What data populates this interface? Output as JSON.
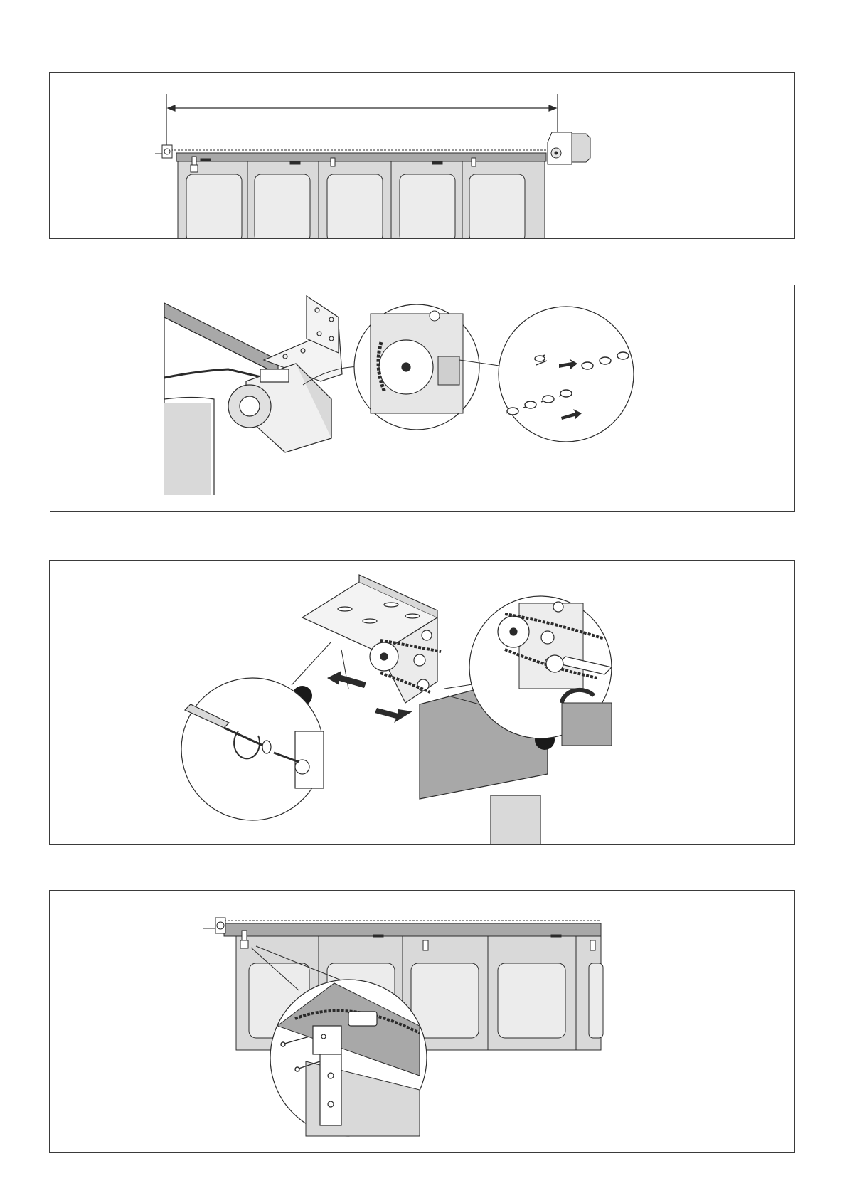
{
  "page": {
    "title": ""
  },
  "figures": [
    {
      "id": "fig-1",
      "subject": "rail-measurement-overview"
    },
    {
      "id": "fig-2",
      "subject": "chain-connection-detail"
    },
    {
      "id": "fig-3",
      "subject": "chain-tensioning-detail"
    },
    {
      "id": "fig-4",
      "subject": "door-arm-attachment-detail"
    }
  ],
  "icons": {
    "motor": "motor-unit-icon",
    "sprocket": "sprocket-icon",
    "chain": "chain-icon",
    "screwdriver": "screwdriver-icon",
    "wrench": "wrench-icon",
    "arrow": "direction-arrow-icon",
    "bracket": "bracket-icon"
  },
  "colors": {
    "stroke": "#2b2b2b",
    "panel_fill": "#d9d9d9",
    "rail_fill": "#a8a8a8",
    "paper": "#ffffff",
    "dark": "#1a1a1a"
  }
}
